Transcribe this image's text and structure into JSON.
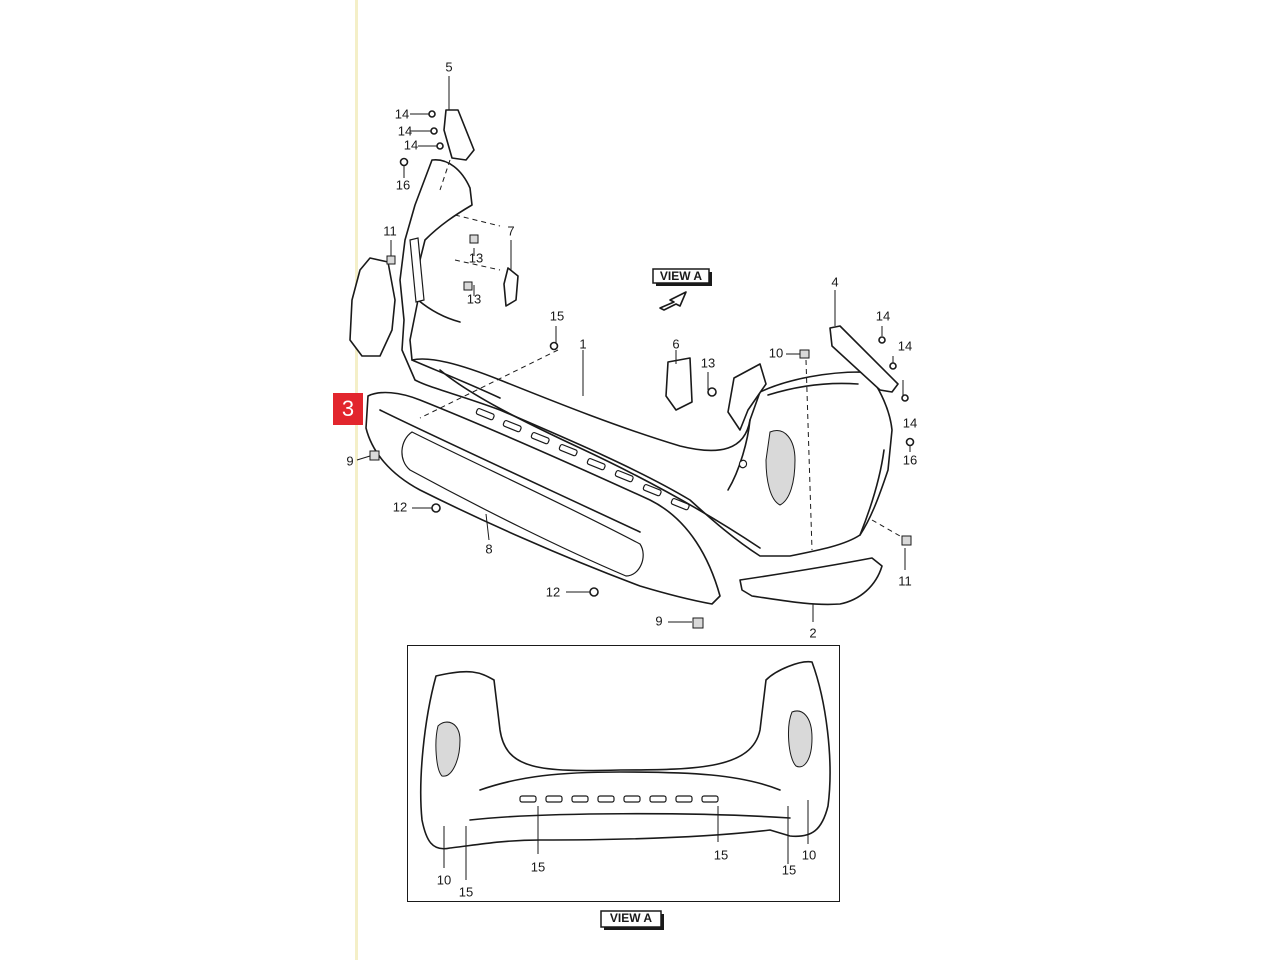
{
  "badge": "3",
  "view_label_main": "VIEW A",
  "view_label_inset": "VIEW A",
  "callouts": [
    {
      "id": "c5",
      "text": "5"
    },
    {
      "id": "c14a",
      "text": "14"
    },
    {
      "id": "c14b",
      "text": "14"
    },
    {
      "id": "c14c",
      "text": "14"
    },
    {
      "id": "c16a",
      "text": "16"
    },
    {
      "id": "c11a",
      "text": "11"
    },
    {
      "id": "c7",
      "text": "7"
    },
    {
      "id": "c13a",
      "text": "13"
    },
    {
      "id": "c13b",
      "text": "13"
    },
    {
      "id": "c15a",
      "text": "15"
    },
    {
      "id": "c1",
      "text": "1"
    },
    {
      "id": "c6",
      "text": "6"
    },
    {
      "id": "c13c",
      "text": "13"
    },
    {
      "id": "c10a",
      "text": "10"
    },
    {
      "id": "c4",
      "text": "4"
    },
    {
      "id": "c14d",
      "text": "14"
    },
    {
      "id": "c14e",
      "text": "14"
    },
    {
      "id": "c14f",
      "text": "14"
    },
    {
      "id": "c16b",
      "text": "16"
    },
    {
      "id": "c9a",
      "text": "9"
    },
    {
      "id": "c12a",
      "text": "12"
    },
    {
      "id": "c8",
      "text": "8"
    },
    {
      "id": "c12b",
      "text": "12"
    },
    {
      "id": "c9b",
      "text": "9"
    },
    {
      "id": "c2",
      "text": "2"
    },
    {
      "id": "c11b",
      "text": "11"
    },
    {
      "id": "c10b",
      "text": "10"
    },
    {
      "id": "c15b",
      "text": "15"
    },
    {
      "id": "c15c",
      "text": "15"
    },
    {
      "id": "c15d",
      "text": "15"
    },
    {
      "id": "c15e",
      "text": "15"
    },
    {
      "id": "c10c",
      "text": "10"
    }
  ],
  "colors": {
    "badge": "#e2262d",
    "ink": "#1a1a1a",
    "page_edge": "#f4efc8"
  }
}
